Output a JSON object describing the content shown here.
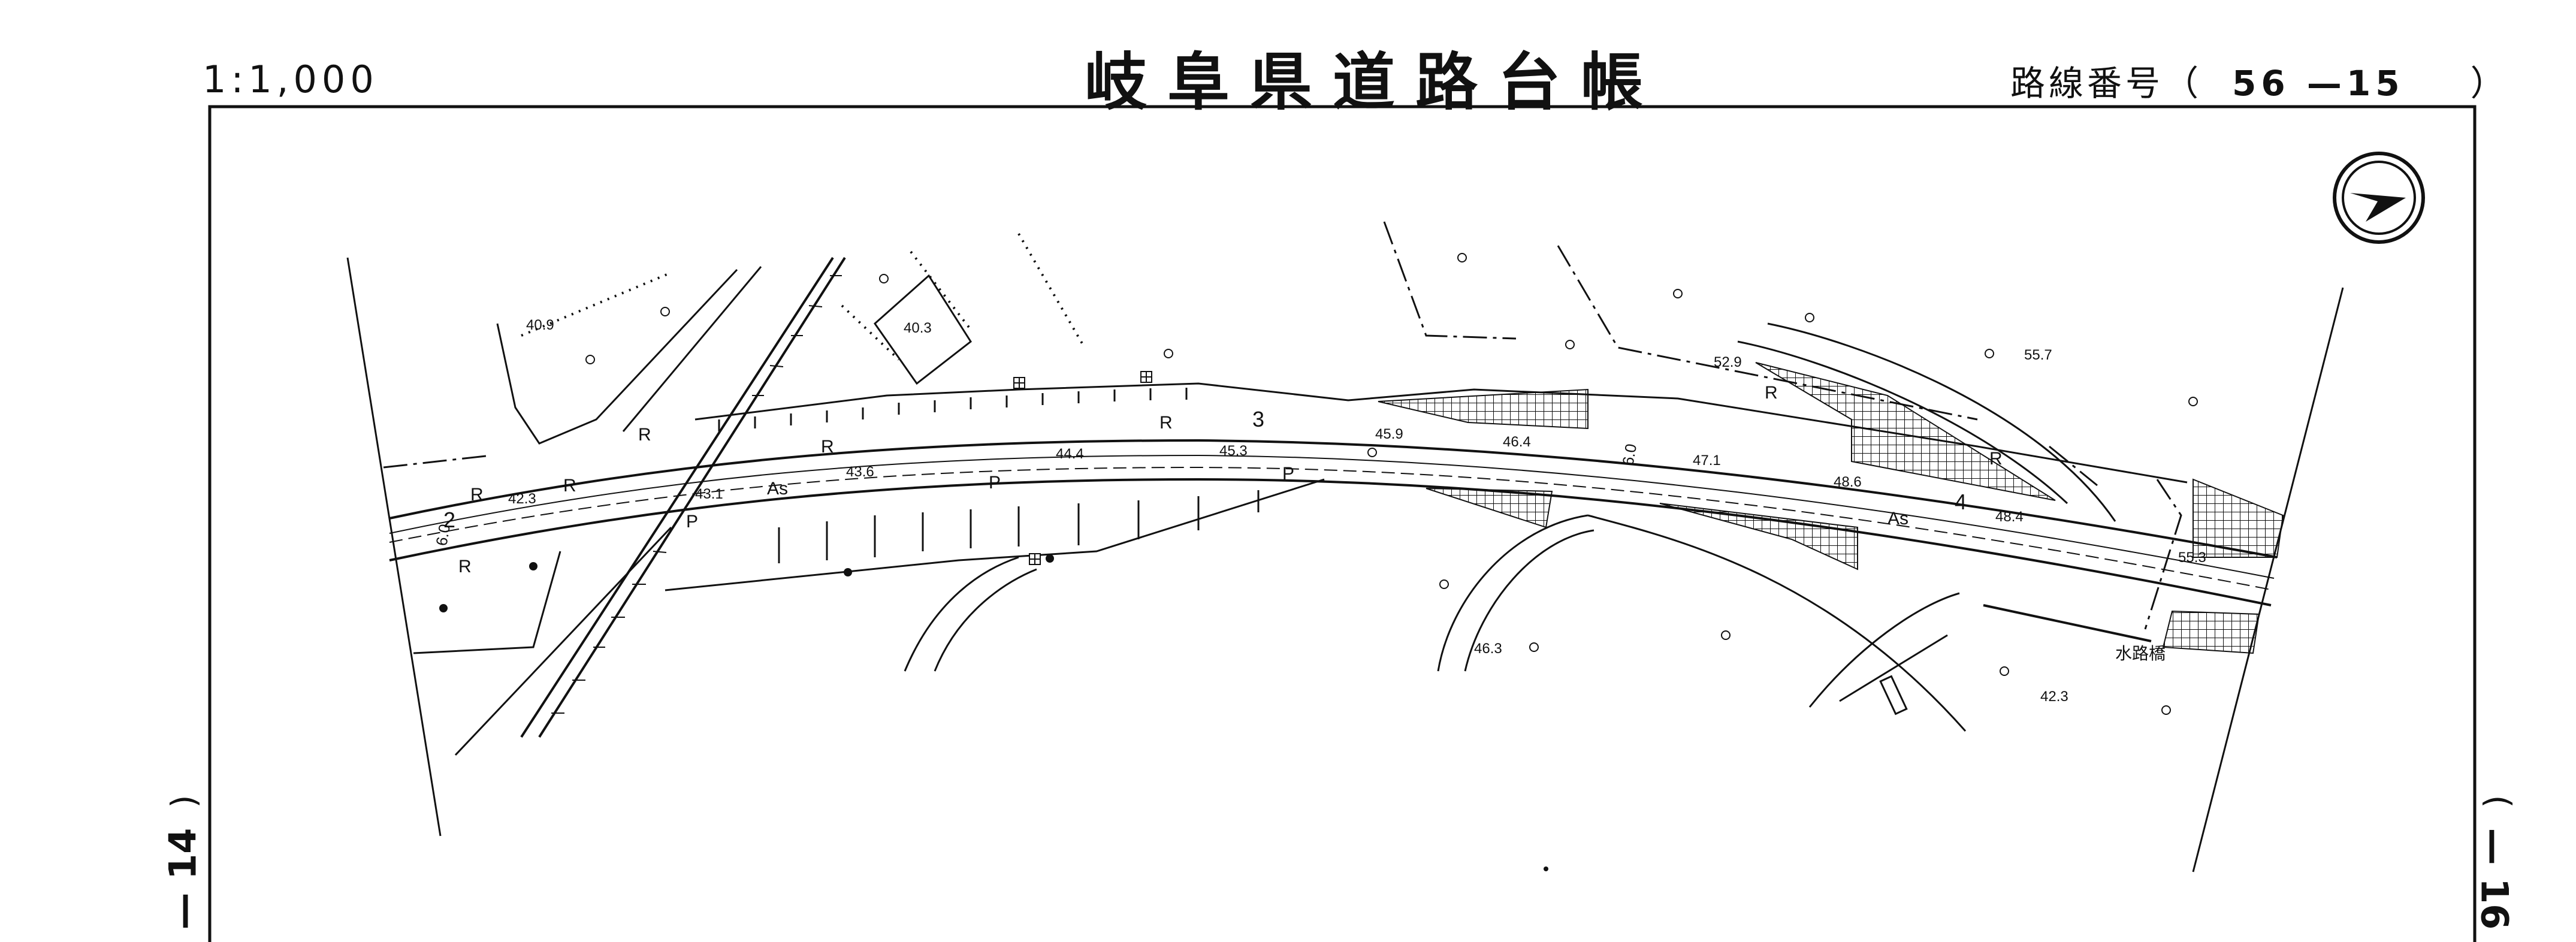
{
  "header": {
    "scale": "1:1,000",
    "title": "岐阜県道路台帳",
    "route_label": "路線番号（",
    "route_number": "56 —15",
    "route_close": "）"
  },
  "adjacent_sheets": {
    "left": "— 14",
    "right": "— 16"
  },
  "map": {
    "elevations": [
      "40.9",
      "40.3",
      "42.3",
      "43.1",
      "43.6",
      "44.4",
      "45.3",
      "45.9",
      "46.4",
      "47.1",
      "48.6",
      "48.4",
      "52.9",
      "55.7",
      "55.3",
      "46.3",
      "42.3"
    ],
    "road_widths": [
      "6.0",
      "6.0"
    ],
    "station_numbers": [
      "2",
      "3",
      "4"
    ],
    "surface_labels": [
      "As",
      "As"
    ],
    "edge_labels": [
      "R",
      "R",
      "R",
      "R",
      "R",
      "R",
      "R",
      "R",
      "P",
      "P",
      "P"
    ],
    "place_labels": [
      "水路橋"
    ],
    "colors": {
      "ink": "#111111",
      "paper": "#ffffff"
    },
    "icons": [
      "north-arrow-icon",
      "manhole-icon",
      "land-use-symbol"
    ]
  }
}
